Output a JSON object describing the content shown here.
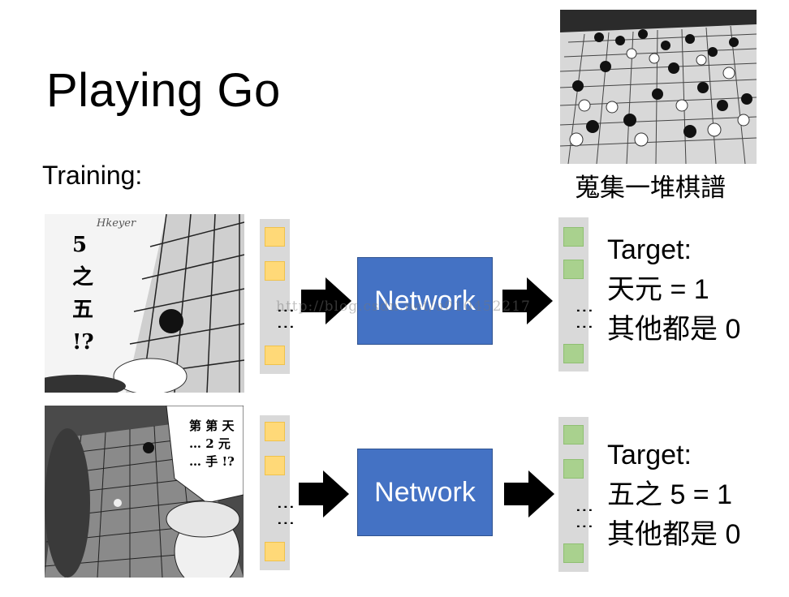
{
  "slide": {
    "title": "Playing Go",
    "subtitle": "Training:",
    "caption": "蒐集一堆棋譜"
  },
  "rows": [
    {
      "network_label": "Network",
      "target_title": "Target:",
      "target_line1": "天元 = 1",
      "target_line2": "其他都是 0",
      "manga_text_vertical": "5\n之\n五\n!?",
      "manga_signature": "Hkeyer"
    },
    {
      "network_label": "Network",
      "target_title": "Target:",
      "target_line1": "五之 5 = 1",
      "target_line2": "其他都是 0",
      "manga_text_vertical": "第 第 天\n… 2 元\n… 手 !?"
    }
  ],
  "watermark": "http://blog.csdn.net/u010452217",
  "colors": {
    "network_fill": "#4472c4",
    "input_cell": "#ffd978",
    "output_cell": "#a9d18e",
    "vector_bg": "#d9d9d9"
  }
}
